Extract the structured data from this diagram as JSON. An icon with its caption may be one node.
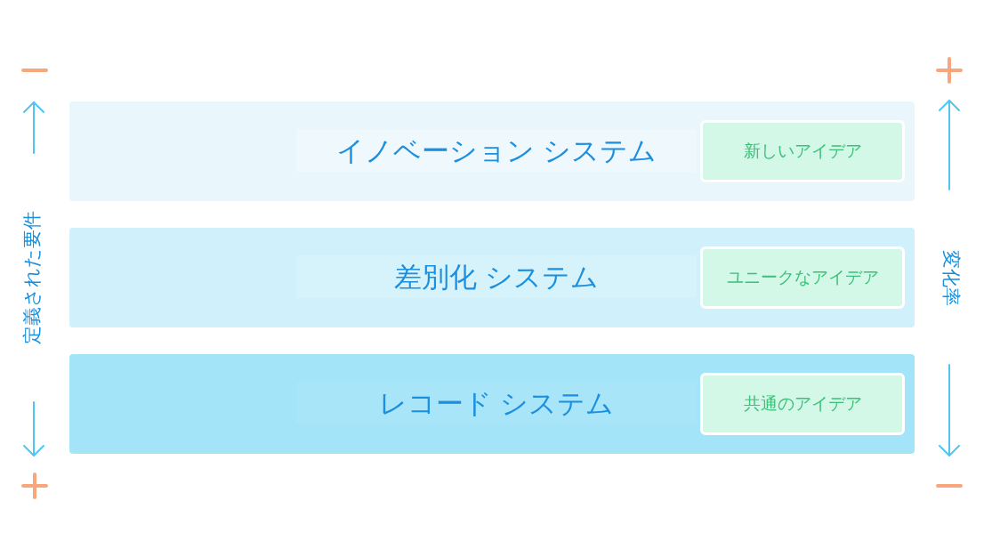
{
  "diagram": {
    "nodes": [
      {
        "text": [
          "イノベーション システム"
        ]
      },
      {
        "text": [
          "新しいアイデア"
        ],
        "in": 0
      },
      {
        "text": [
          "差別化 システム"
        ]
      },
      {
        "text": [
          "ユニークなアイデア"
        ],
        "in": 2
      },
      {
        "text": [
          "レコード システム"
        ]
      },
      {
        "text": [
          "共通のアイデア"
        ],
        "in": 4
      }
    ],
    "labels": [
      "定義された要件",
      "変化率"
    ]
  }
}
